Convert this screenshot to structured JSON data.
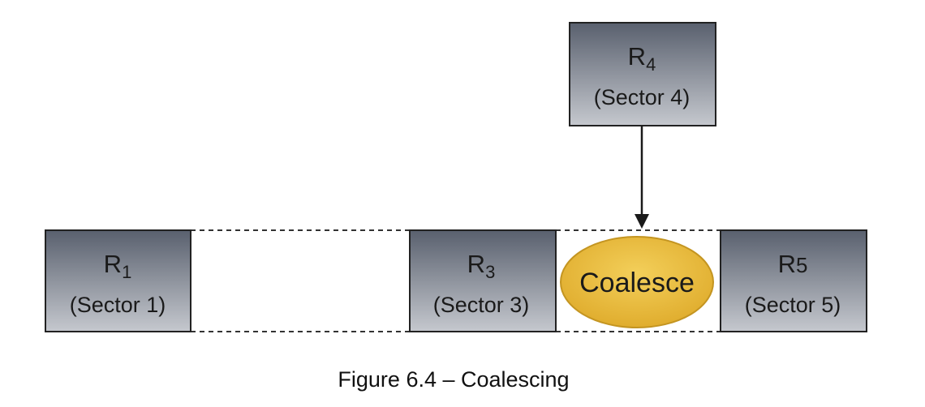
{
  "diagram": {
    "boxes": {
      "r1": {
        "letter": "R",
        "sub": "1",
        "sector": "(Sector 1)"
      },
      "r3": {
        "letter": "R",
        "sub": "3",
        "sector": "(Sector 3)"
      },
      "r4": {
        "letter": "R",
        "sub": "4",
        "sector": "(Sector 4)"
      },
      "r5": {
        "letter": "R",
        "sub": "5",
        "sector": "(Sector 5)"
      }
    },
    "coalesce_label": "Coalesce",
    "caption": "Figure 6.4 – Coalescing"
  },
  "colors": {
    "box_fill_top": "#59606e",
    "box_fill_bottom": "#c5c8ce",
    "box_border": "#222222",
    "ellipse_fill": "#e8b83a",
    "ellipse_fill_light": "#f3cf5a",
    "ellipse_border": "#c49521",
    "line": "#333333"
  }
}
